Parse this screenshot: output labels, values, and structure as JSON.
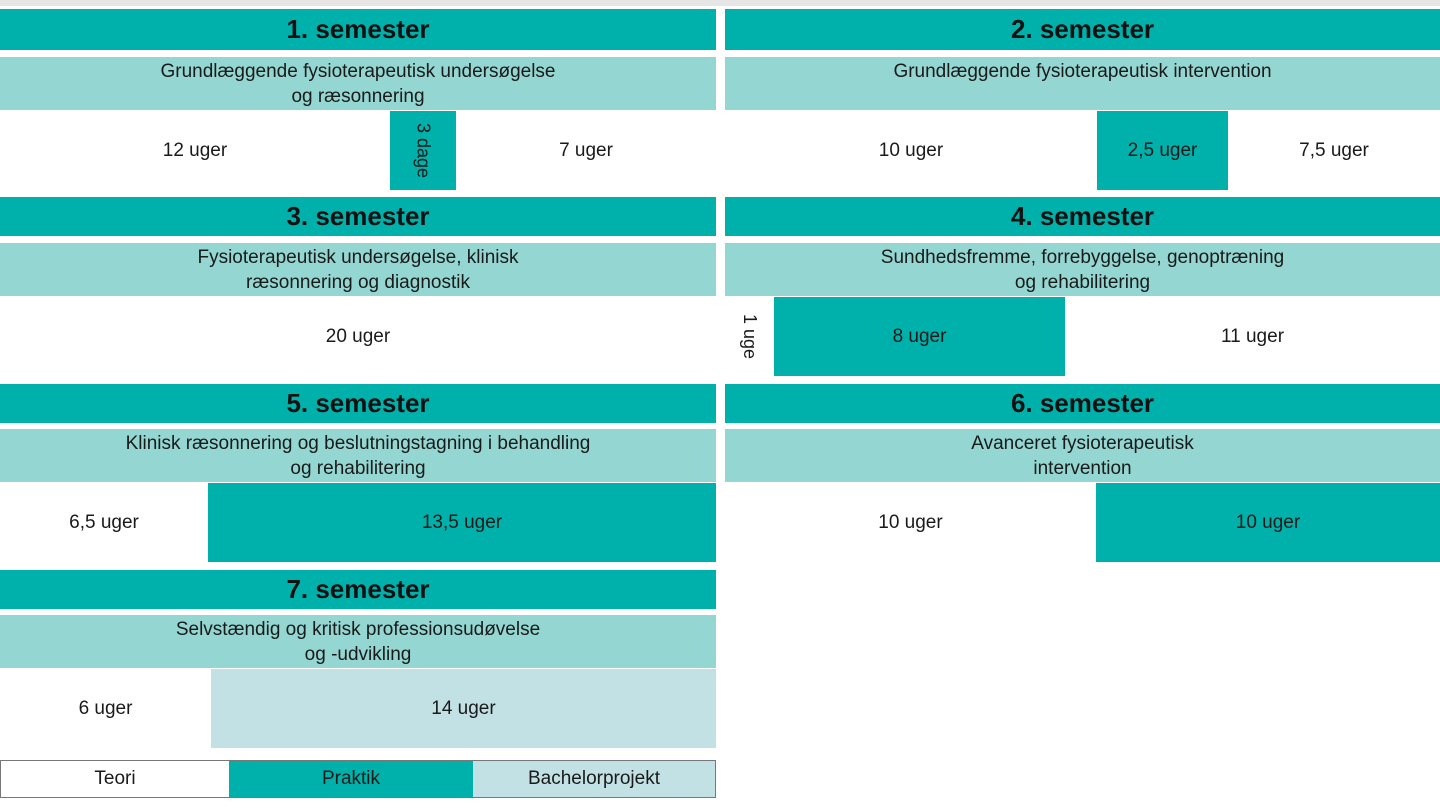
{
  "colors": {
    "header": "#00b0aa",
    "subheader": "#93d6d2",
    "teori": "#ffffff",
    "praktik": "#00b0aa",
    "bachelorprojekt": "#c2e1e4"
  },
  "semesters": [
    {
      "title": "1. semester",
      "subtitle": "Grundlæggende fysioterapeutisk undersøgelse\nog ræsonnering",
      "segments": [
        {
          "label": "12 uger",
          "type": "teori"
        },
        {
          "label": "3 dage",
          "type": "praktik",
          "orientation": "vertical"
        },
        {
          "label": "7 uger",
          "type": "teori"
        }
      ]
    },
    {
      "title": "2. semester",
      "subtitle": "Grundlæggende fysioterapeutisk intervention",
      "segments": [
        {
          "label": "10 uger",
          "type": "teori"
        },
        {
          "label": "2,5 uger",
          "type": "praktik"
        },
        {
          "label": "7,5 uger",
          "type": "teori"
        }
      ]
    },
    {
      "title": "3. semester",
      "subtitle": "Fysioterapeutisk undersøgelse, klinisk\nræsonnering og diagnostik",
      "segments": [
        {
          "label": "20 uger",
          "type": "teori"
        }
      ]
    },
    {
      "title": "4. semester",
      "subtitle": "Sundhedsfremme, forrebyggelse, genoptræning\nog rehabilitering",
      "segments": [
        {
          "label": "1 uge",
          "type": "teori",
          "orientation": "vertical"
        },
        {
          "label": "8 uger",
          "type": "praktik"
        },
        {
          "label": "11 uger",
          "type": "teori"
        }
      ]
    },
    {
      "title": "5. semester",
      "subtitle": "Klinisk ræsonnering og beslutningstagning i behandling\nog rehabilitering",
      "segments": [
        {
          "label": "6,5 uger",
          "type": "teori"
        },
        {
          "label": "13,5 uger",
          "type": "praktik"
        }
      ]
    },
    {
      "title": "6. semester",
      "subtitle": "Avanceret fysioterapeutisk\nintervention",
      "segments": [
        {
          "label": "10 uger",
          "type": "teori"
        },
        {
          "label": "10 uger",
          "type": "praktik"
        }
      ]
    },
    {
      "title": "7. semester",
      "subtitle": "Selvstændig og kritisk professionsudøvelse\nog -udvikling",
      "segments": [
        {
          "label": "6 uger",
          "type": "teori"
        },
        {
          "label": "14 uger",
          "type": "bachelorprojekt"
        }
      ]
    }
  ],
  "legend": [
    {
      "label": "Teori",
      "type": "teori"
    },
    {
      "label": "Praktik",
      "type": "praktik"
    },
    {
      "label": "Bachelorprojekt",
      "type": "bachelorprojekt"
    }
  ]
}
